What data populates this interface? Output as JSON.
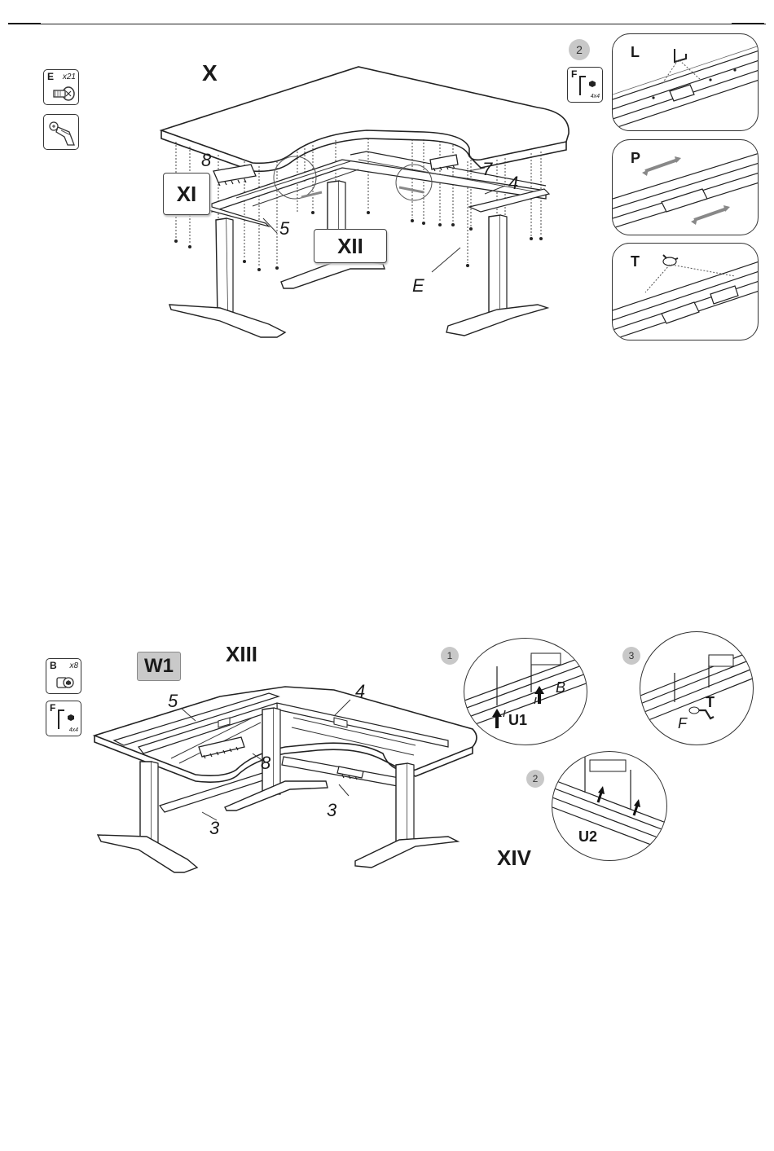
{
  "header": {
    "rule": true
  },
  "step_x": {
    "label": "X",
    "sublabel_xi": "XI",
    "sublabel_xii": "XII",
    "tools": [
      {
        "letter": "E",
        "qty": "x21",
        "icon": "screw-icon"
      },
      {
        "letter": "",
        "qty": "",
        "icon": "screwdriver-icon"
      }
    ],
    "parts": {
      "p8": "8",
      "p5": "5",
      "p7": "7",
      "p4": "4",
      "pE": "E"
    },
    "detail_step": "2",
    "detail_tool": {
      "letter": "F",
      "size": "4x4",
      "icon": "allen-key-icon"
    },
    "detail_panels": [
      {
        "letter": "L"
      },
      {
        "letter": "P"
      },
      {
        "letter": "T"
      }
    ]
  },
  "step_xiii": {
    "badge": "W1",
    "label": "XIII",
    "label_xiv": "XIV",
    "tools": [
      {
        "letter": "B",
        "qty": "x8",
        "icon": "bolt-icon"
      },
      {
        "letter": "F",
        "size": "4x4",
        "icon": "allen-key-icon"
      }
    ],
    "parts": {
      "p5": "5",
      "p4": "4",
      "p8": "8",
      "p3a": "3",
      "p3b": "3"
    },
    "zooms": [
      {
        "num": "1",
        "labels": {
          "b": "B",
          "u": "U1"
        }
      },
      {
        "num": "2",
        "labels": {
          "u": "U2"
        }
      },
      {
        "num": "3",
        "labels": {
          "f": "F",
          "t": "T"
        }
      }
    ]
  }
}
